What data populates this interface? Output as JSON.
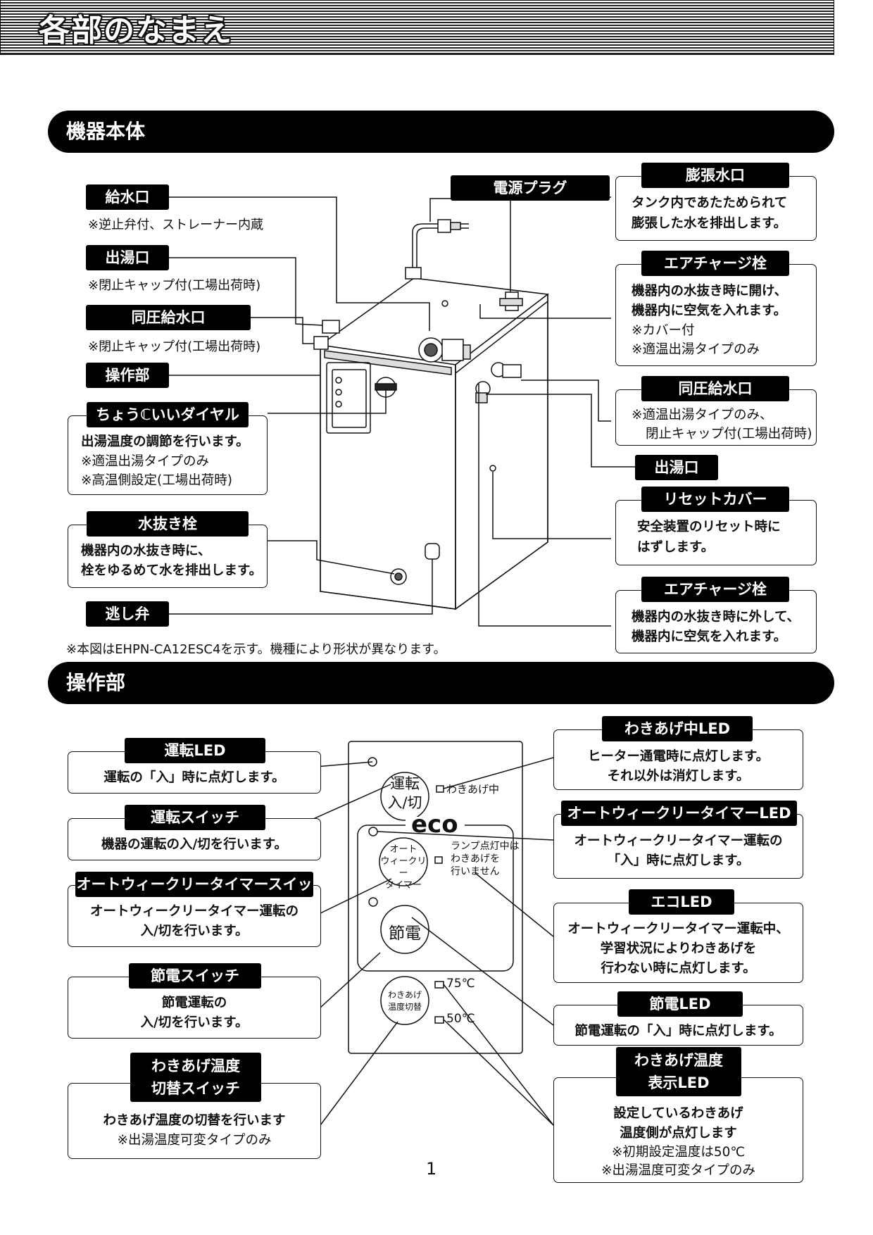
{
  "page_title": "各部のなまえ",
  "sections": {
    "body": "機器本体",
    "panel": "操作部"
  },
  "body_labels": {
    "water_inlet": {
      "tag": "給水口",
      "note": "※逆止弁付、ストレーナー内蔵"
    },
    "hot_outlet_left": {
      "tag": "出湯口",
      "note": "※閉止キャップ付(工場出荷時)"
    },
    "same_pressure_left": {
      "tag": "同圧給水口",
      "note": "※閉止キャップ付(工場出荷時)"
    },
    "control_panel": {
      "tag": "操作部"
    },
    "dial": {
      "tag": "ちょうℂいいダイヤル",
      "line1": "出湯温度の調節を行います。",
      "note1": "※適温出湯タイプのみ",
      "note2": "※高温側設定(工場出荷時)"
    },
    "drain_plug_left": {
      "tag": "水抜き栓",
      "line1": "機器内の水抜き時に、",
      "line2": "栓をゆるめて水を排出します。"
    },
    "relief_valve": {
      "tag": "逃し弁"
    },
    "power_plug": {
      "tag": "電源プラグ"
    },
    "expansion_outlet": {
      "tag": "膨張水口",
      "line1": "タンク内であたためられて",
      "line2": "膨張した水を排出します。"
    },
    "air_charge_top": {
      "tag": "エアチャージ栓",
      "line1": "機器内の水抜き時に開け、",
      "line2": "機器内に空気を入れます。",
      "note1": "※カバー付",
      "note2": "※適温出湯タイプのみ"
    },
    "same_pressure_right": {
      "tag": "同圧給水口",
      "note1": "※適温出湯タイプのみ、",
      "note2": "閉止キャップ付(工場出荷時)"
    },
    "hot_outlet_right": {
      "tag": "出湯口"
    },
    "reset_cover": {
      "tag": "リセットカバー",
      "line1": "安全装置のリセット時に",
      "line2": "はずします。"
    },
    "air_charge_bottom": {
      "tag": "エアチャージ栓",
      "line1": "機器内の水抜き時に外して、",
      "line2": "機器内に空気を入れます。"
    },
    "footnote": "※本図はEHPN-CA12ESC4を示す。機種により形状が異なります。"
  },
  "panel_labels": {
    "run_led": {
      "tag": "運転LED",
      "line1": "運転の「入」時に点灯します。"
    },
    "run_switch": {
      "tag": "運転スイッチ",
      "line1": "機器の運転の入/切を行います。"
    },
    "auto_weekly_switch": {
      "tag": "オートウィークリータイマースイッチ",
      "line1": "オートウィークリータイマー運転の",
      "line2": "入/切を行います。"
    },
    "power_save_switch": {
      "tag": "節電スイッチ",
      "line1": "節電運転の",
      "line2": "入/切を行います。"
    },
    "boil_temp_switch": {
      "tag1": "わきあげ温度",
      "tag2": "切替スイッチ",
      "line1": "わきあげ温度の切替を行います",
      "note1": "※出湯温度可変タイプのみ"
    },
    "boiling_led": {
      "tag": "わきあげ中LED",
      "line1": "ヒーター通電時に点灯します。",
      "line2": "それ以外は消灯します。"
    },
    "auto_weekly_led": {
      "tag": "オートウィークリータイマーLED",
      "line1": "オートウィークリータイマー運転の",
      "line2": "「入」時に点灯します。"
    },
    "eco_led": {
      "tag": "エコLED",
      "line1": "オートウィークリータイマー運転中、",
      "line2": "学習状況によりわきあげを",
      "line3": "行わない時に点灯します。"
    },
    "power_save_led": {
      "tag": "節電LED",
      "line1": "節電運転の「入」時に点灯します。"
    },
    "boil_temp_led": {
      "tag1": "わきあげ温度",
      "tag2": "表示LED",
      "line1": "設定しているわきあげ",
      "line2": "温度側が点灯します",
      "note1": "※初期設定温度は50℃",
      "note2": "※出湯温度可変タイプのみ"
    }
  },
  "panel_face": {
    "run_btn": "運転\n入/切",
    "boiling": "わきあげ中",
    "eco": "eco",
    "auto_btn": "オート\nウィークリー\nタイマー",
    "lamp_note1": "ランプ点灯中は",
    "lamp_note2": "わきあげを",
    "lamp_note3": "行いません",
    "save_btn": "節電",
    "boil_btn": "わきあげ\n温度切替",
    "t75": "75℃",
    "t50": "50℃"
  },
  "page_number": "1"
}
